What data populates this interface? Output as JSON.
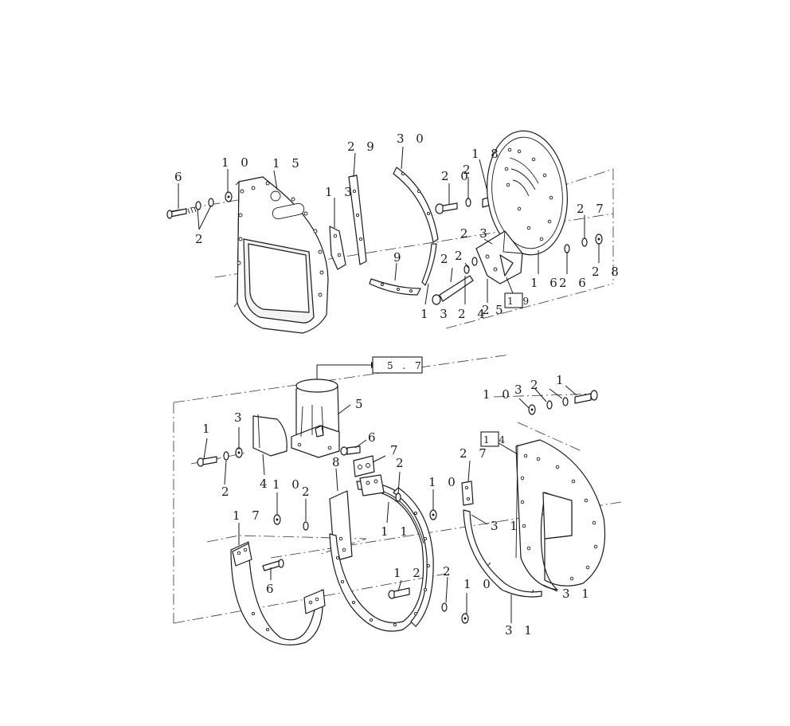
{
  "callouts": [
    {
      "id": "c6a",
      "text": "6"
    },
    {
      "id": "c10a",
      "text": "1 0"
    },
    {
      "id": "c15",
      "text": "1 5"
    },
    {
      "id": "c2a",
      "text": "2"
    },
    {
      "id": "c13a",
      "text": "1 3"
    },
    {
      "id": "c29",
      "text": "2 9"
    },
    {
      "id": "c30",
      "text": "3 0"
    },
    {
      "id": "c9",
      "text": "9"
    },
    {
      "id": "c13b",
      "text": "1 3"
    },
    {
      "id": "c20",
      "text": "2 0"
    },
    {
      "id": "c2b",
      "text": "2"
    },
    {
      "id": "c18",
      "text": "1 8"
    },
    {
      "id": "c23",
      "text": "2 3"
    },
    {
      "id": "c2c",
      "text": "2"
    },
    {
      "id": "c2d",
      "text": "2"
    },
    {
      "id": "c24",
      "text": "2 4"
    },
    {
      "id": "c2e",
      "text": "2"
    },
    {
      "id": "c25",
      "text": "5"
    },
    {
      "id": "c16",
      "text": "1 6"
    },
    {
      "id": "c27a",
      "text": "2 7"
    },
    {
      "id": "c26",
      "text": "2 6"
    },
    {
      "id": "c28",
      "text": "2 8"
    },
    {
      "id": "c5",
      "text": "5"
    },
    {
      "id": "c3a",
      "text": "3"
    },
    {
      "id": "c1a",
      "text": "1"
    },
    {
      "id": "c2f",
      "text": "2"
    },
    {
      "id": "c4",
      "text": "4"
    },
    {
      "id": "c6b",
      "text": "6"
    },
    {
      "id": "c7",
      "text": "7"
    },
    {
      "id": "c8",
      "text": "8"
    },
    {
      "id": "c2g",
      "text": "2"
    },
    {
      "id": "c10b",
      "text": "1 0"
    },
    {
      "id": "c2h",
      "text": "2"
    },
    {
      "id": "c10c",
      "text": "1 0"
    },
    {
      "id": "c17",
      "text": "1 7"
    },
    {
      "id": "c6c",
      "text": "6"
    },
    {
      "id": "c11",
      "text": "1 1"
    },
    {
      "id": "c12",
      "text": "1 2"
    },
    {
      "id": "c2i",
      "text": "2"
    },
    {
      "id": "c10d",
      "text": "1 0"
    },
    {
      "id": "c10e",
      "text": "1 0"
    },
    {
      "id": "c3b",
      "text": "3"
    },
    {
      "id": "c2j",
      "text": "2"
    },
    {
      "id": "c1b",
      "text": "1"
    },
    {
      "id": "c27b",
      "text": "2 7"
    },
    {
      "id": "c31a",
      "text": "3 1"
    },
    {
      "id": "c31b",
      "text": "3 1"
    },
    {
      "id": "c31c",
      "text": "3 1"
    }
  ],
  "reference_boxes": {
    "ref_19": "1 9",
    "ref_57": "5 . 7",
    "ref_14": "1 4"
  }
}
